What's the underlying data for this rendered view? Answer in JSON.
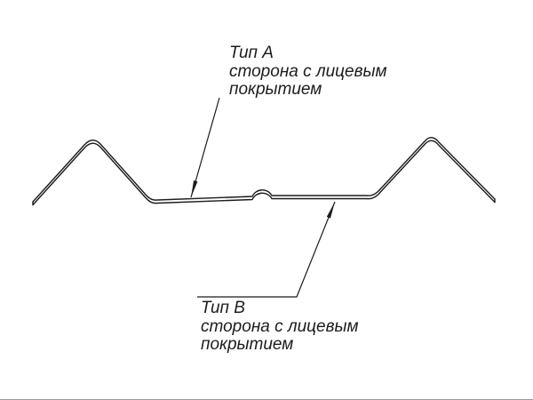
{
  "diagram": {
    "callout_a": {
      "title": "Тип А",
      "desc_line1": "сторона с лицевым",
      "desc_line2": "покрытием"
    },
    "callout_b": {
      "title": "Тип В",
      "desc_line1": "сторона с лицевым",
      "desc_line2": "покрытием"
    },
    "colors": {
      "line": "#1c1c1c",
      "background": "#ffffff"
    }
  }
}
